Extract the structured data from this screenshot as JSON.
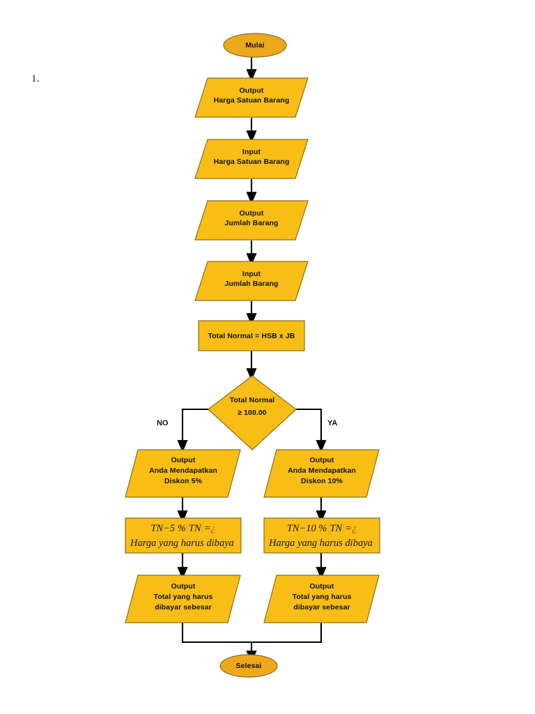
{
  "page": {
    "list_marker": "1.",
    "background": "#ffffff"
  },
  "colors": {
    "node_fill": "#F8BE16",
    "terminator_fill": "#EDA81C",
    "node_stroke": "#8a6d1a",
    "connector": "#000000",
    "text": "#111111",
    "math_bar": "#e0a000",
    "math_qm": "#c0392b"
  },
  "chart_data": {
    "type": "diagram",
    "title": "Flowchart Diskon Harga Barang",
    "nodes": [
      {
        "id": "start",
        "shape": "terminator",
        "lines": [
          "Mulai"
        ]
      },
      {
        "id": "out1",
        "shape": "parallelogram",
        "lines": [
          "Output",
          "Harga Satuan Barang"
        ]
      },
      {
        "id": "in1",
        "shape": "parallelogram",
        "lines": [
          "Input",
          "Harga Satuan Barang"
        ]
      },
      {
        "id": "out2",
        "shape": "parallelogram",
        "lines": [
          "Output",
          "Jumlah Barang"
        ]
      },
      {
        "id": "in2",
        "shape": "parallelogram",
        "lines": [
          "Input",
          "Jumlah Barang"
        ]
      },
      {
        "id": "proc1",
        "shape": "rectangle",
        "lines": [
          "Total Normal = HSB x JB"
        ]
      },
      {
        "id": "decision",
        "shape": "diamond",
        "lines": [
          "Total Normal",
          "≥ 100.00"
        ]
      },
      {
        "id": "outNo",
        "shape": "parallelogram",
        "lines": [
          "Output",
          "Anda Mendapatkan",
          "Diskon 5%"
        ]
      },
      {
        "id": "outYes",
        "shape": "parallelogram",
        "lines": [
          "Output",
          "Anda Mendapatkan",
          "Diskon 10%"
        ]
      },
      {
        "id": "formNo",
        "shape": "rectangle",
        "lines": [
          "TN−5 %|TN|=¿",
          "Harga yang harus dibaya"
        ]
      },
      {
        "id": "formYes",
        "shape": "rectangle",
        "lines": [
          "TN−10 %|TN|=¿",
          "Harga yang harus dibaya"
        ]
      },
      {
        "id": "outTotNo",
        "shape": "parallelogram",
        "lines": [
          "Output",
          "Total yang harus",
          "dibayar sebesar"
        ]
      },
      {
        "id": "outTotYes",
        "shape": "parallelogram",
        "lines": [
          "Output",
          "Total yang harus",
          "dibayar sebesar"
        ]
      },
      {
        "id": "end",
        "shape": "terminator",
        "lines": [
          "Selesai"
        ]
      }
    ],
    "edge_labels": {
      "no": "NO",
      "yes": "YA"
    }
  },
  "nodes": {
    "start": {
      "label": "Mulai"
    },
    "out1": {
      "l1": "Output",
      "l2": "Harga Satuan Barang"
    },
    "in1": {
      "l1": "Input",
      "l2": "Harga Satuan Barang"
    },
    "out2": {
      "l1": "Output",
      "l2": "Jumlah Barang"
    },
    "in2": {
      "l1": "Input",
      "l2": "Jumlah Barang"
    },
    "proc1": {
      "l1": "Total Normal = HSB x JB"
    },
    "decision": {
      "l1": "Total Normal",
      "l2": "≥ 100.00"
    },
    "out_no": {
      "l1": "Output",
      "l2": "Anda Mendapatkan",
      "l3": "Diskon 5%"
    },
    "out_yes": {
      "l1": "Output",
      "l2": "Anda Mendapatkan",
      "l3": "Diskon 10%"
    },
    "form_no": {
      "lhs": "TN−5 %",
      "bar_open": "|",
      "tn": "TN",
      "bar_close": "|",
      "eq": "=",
      "qm": "¿",
      "l2": "Harga yang harus dibaya"
    },
    "form_yes": {
      "lhs": "TN−10 %",
      "bar_open": "|",
      "tn": "TN",
      "bar_close": "|",
      "eq": "=",
      "qm": "¿",
      "l2": "Harga yang harus dibaya"
    },
    "out_tot_no": {
      "l1": "Output",
      "l2": "Total yang harus",
      "l3": "dibayar sebesar"
    },
    "out_tot_yes": {
      "l1": "Output",
      "l2": "Total yang harus",
      "l3": "dibayar sebesar"
    },
    "end": {
      "label": "Selesai"
    }
  },
  "labels": {
    "no": "NO",
    "yes": "YA"
  }
}
